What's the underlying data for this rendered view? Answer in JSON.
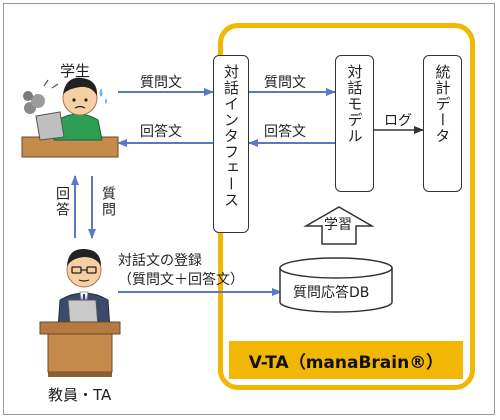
{
  "actors": {
    "student": "学生",
    "teacher": "教員・TA"
  },
  "boxes": {
    "interface": "対話インタフェース",
    "model": "対話モデル",
    "stats": "統計データ",
    "db": "質問応答DB"
  },
  "arrows": {
    "student_question": "質問文",
    "student_answer": "回答文",
    "to_model_question": "質問文",
    "from_model_answer": "回答文",
    "log": "ログ",
    "learning": "学習",
    "register_line1": "対話文の登録",
    "register_line2": "（質問文＋回答文）",
    "answer_vertical": "回答",
    "question_vertical": "質問"
  },
  "system_name": "V-TA（manaBrain®）",
  "colors": {
    "arrow": "#5b78c2",
    "system_frame": "#f2b705"
  }
}
